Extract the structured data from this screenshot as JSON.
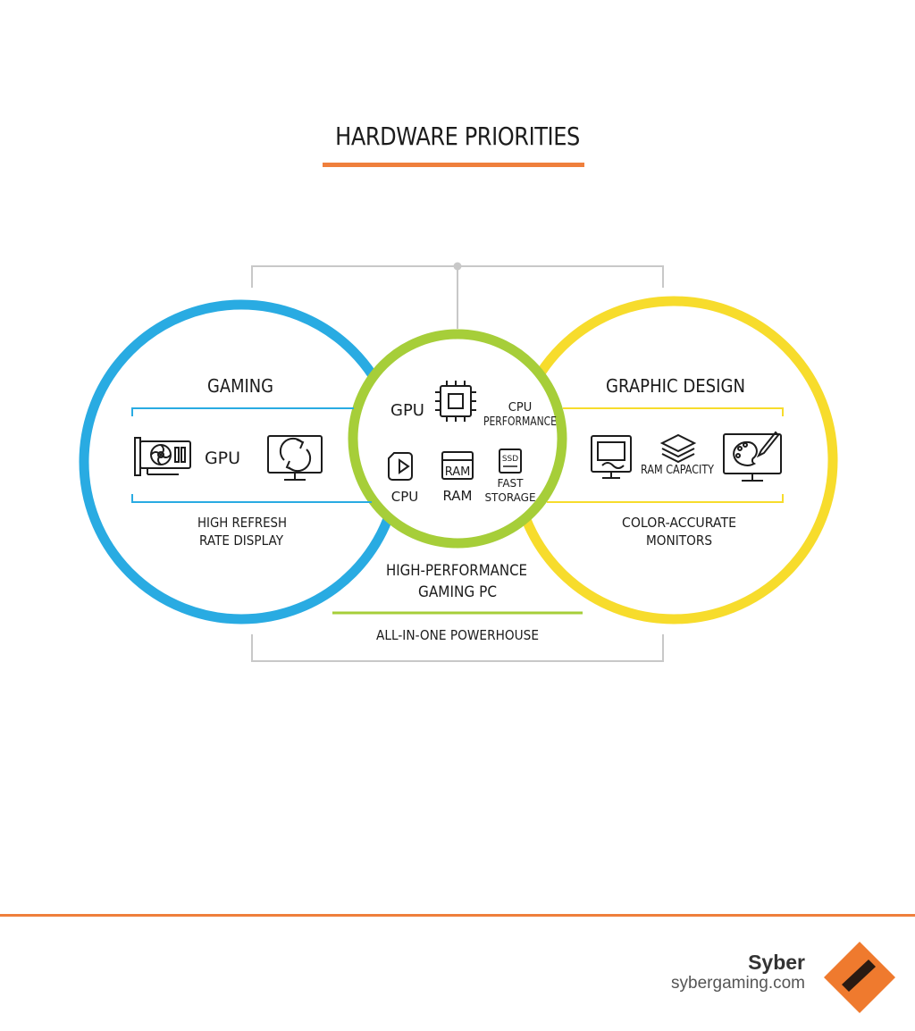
{
  "title": "HARDWARE PRIORITIES",
  "colors": {
    "gaming": "#29abe2",
    "middle": "#a6ce39",
    "design": "#f7dc2c",
    "accent": "#ef7f3c",
    "connector": "#c8c8c8"
  },
  "gaming": {
    "heading": "GAMING",
    "gpu_label": "GPU",
    "display_label_line1": "HIGH REFRESH",
    "display_label_line2": "RATE DISPLAY",
    "icons": [
      "graphics-card-icon",
      "refresh-monitor-icon"
    ]
  },
  "middle": {
    "gpu_label": "GPU",
    "cpu_perf_line1": "CPU",
    "cpu_perf_line2": "PERFORMANCE",
    "cpu_label": "CPU",
    "ram_icon_text": "RAM",
    "ram_label": "RAM",
    "ssd_icon_text": "SSD",
    "storage_line1": "FAST",
    "storage_line2": "STORAGE",
    "bottom_line1": "HIGH-PERFORMANCE",
    "bottom_line2": "GAMING PC",
    "icons": [
      "chip-icon",
      "cpu-play-icon",
      "ram-icon",
      "ssd-icon"
    ]
  },
  "design": {
    "heading": "GRAPHIC DESIGN",
    "ram_capacity_label": "RAM CAPACITY",
    "monitors_line1": "COLOR-ACCURATE",
    "monitors_line2": "MONITORS",
    "icons": [
      "monitor-icon",
      "layers-icon",
      "palette-monitor-icon"
    ]
  },
  "footer_label": "ALL-IN-ONE POWERHOUSE",
  "brand": {
    "name": "Syber",
    "url": "sybergaming.com",
    "logo": "syber-logo-icon"
  }
}
